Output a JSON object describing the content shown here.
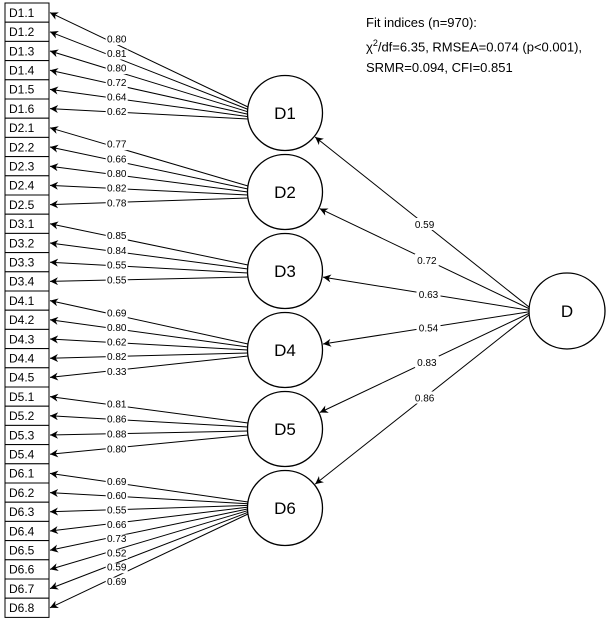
{
  "fit": {
    "heading": "Fit indices (n=970):",
    "chi_symbol": "χ",
    "chi_power": "2",
    "line2_rest": "/df=6.35, RMSEA=0.074 (p<0.001),",
    "line3": "SRMR=0.094, CFI=0.851"
  },
  "higher_factor": {
    "label": "D"
  },
  "factors": [
    {
      "label": "D1",
      "loading": "0.59",
      "indicators": [
        {
          "label": "D1.1",
          "loading": "0.80"
        },
        {
          "label": "D1.2",
          "loading": "0.81"
        },
        {
          "label": "D1.3",
          "loading": "0.80"
        },
        {
          "label": "D1.4",
          "loading": "0.72"
        },
        {
          "label": "D1.5",
          "loading": "0.64"
        },
        {
          "label": "D1.6",
          "loading": "0.62"
        }
      ]
    },
    {
      "label": "D2",
      "loading": "0.72",
      "indicators": [
        {
          "label": "D2.1",
          "loading": "0.77"
        },
        {
          "label": "D2.2",
          "loading": "0.66"
        },
        {
          "label": "D2.3",
          "loading": "0.80"
        },
        {
          "label": "D2.4",
          "loading": "0.82"
        },
        {
          "label": "D2.5",
          "loading": "0.78"
        }
      ]
    },
    {
      "label": "D3",
      "loading": "0.63",
      "indicators": [
        {
          "label": "D3.1",
          "loading": "0.85"
        },
        {
          "label": "D3.2",
          "loading": "0.84"
        },
        {
          "label": "D3.3",
          "loading": "0.55"
        },
        {
          "label": "D3.4",
          "loading": "0.55"
        }
      ]
    },
    {
      "label": "D4",
      "loading": "0.54",
      "indicators": [
        {
          "label": "D4.1",
          "loading": "0.69"
        },
        {
          "label": "D4.2",
          "loading": "0.80"
        },
        {
          "label": "D4.3",
          "loading": "0.62"
        },
        {
          "label": "D4.4",
          "loading": "0.82"
        },
        {
          "label": "D4.5",
          "loading": "0.33"
        }
      ]
    },
    {
      "label": "D5",
      "loading": "0.83",
      "indicators": [
        {
          "label": "D5.1",
          "loading": "0.81"
        },
        {
          "label": "D5.2",
          "loading": "0.86"
        },
        {
          "label": "D5.3",
          "loading": "0.88"
        },
        {
          "label": "D5.4",
          "loading": "0.80"
        }
      ]
    },
    {
      "label": "D6",
      "loading": "0.86",
      "indicators": [
        {
          "label": "D6.1",
          "loading": "0.69"
        },
        {
          "label": "D6.2",
          "loading": "0.60"
        },
        {
          "label": "D6.3",
          "loading": "0.55"
        },
        {
          "label": "D6.4",
          "loading": "0.66"
        },
        {
          "label": "D6.5",
          "loading": "0.73"
        },
        {
          "label": "D6.6",
          "loading": "0.52"
        },
        {
          "label": "D6.7",
          "loading": "0.59"
        },
        {
          "label": "D6.8",
          "loading": "0.69"
        }
      ]
    }
  ]
}
